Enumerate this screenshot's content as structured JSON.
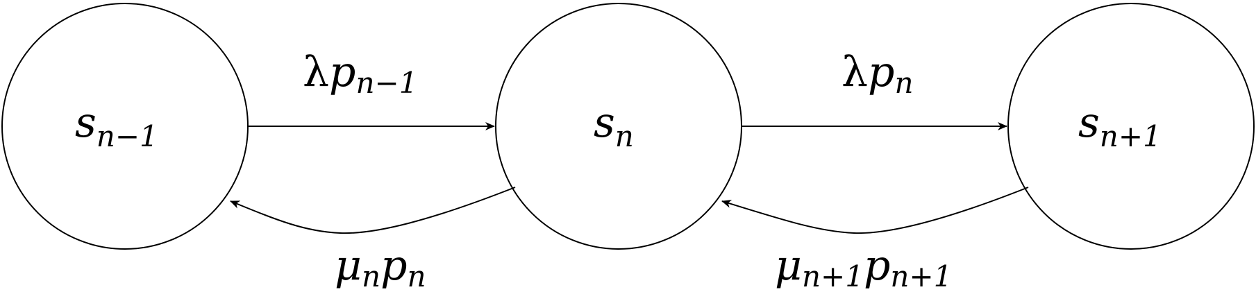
{
  "states": [
    {
      "id": "s_prev",
      "base": "s",
      "sub": "n−1"
    },
    {
      "id": "s_cur",
      "base": "s",
      "sub": "n"
    },
    {
      "id": "s_next",
      "base": "s",
      "sub": "n+1"
    }
  ],
  "forward_edges": [
    {
      "from": "s_prev",
      "to": "s_cur",
      "coef": "λ",
      "var": "p",
      "sub": "n−1"
    },
    {
      "from": "s_cur",
      "to": "s_next",
      "coef": "λ",
      "var": "p",
      "sub": "n"
    }
  ],
  "backward_edges": [
    {
      "from": "s_cur",
      "to": "s_prev",
      "coef": "μ",
      "coef_sub": "n",
      "var": "p",
      "sub": "n"
    },
    {
      "from": "s_next",
      "to": "s_cur",
      "coef": "μ",
      "coef_sub": "n+1",
      "var": "p",
      "sub": "n+1"
    }
  ]
}
